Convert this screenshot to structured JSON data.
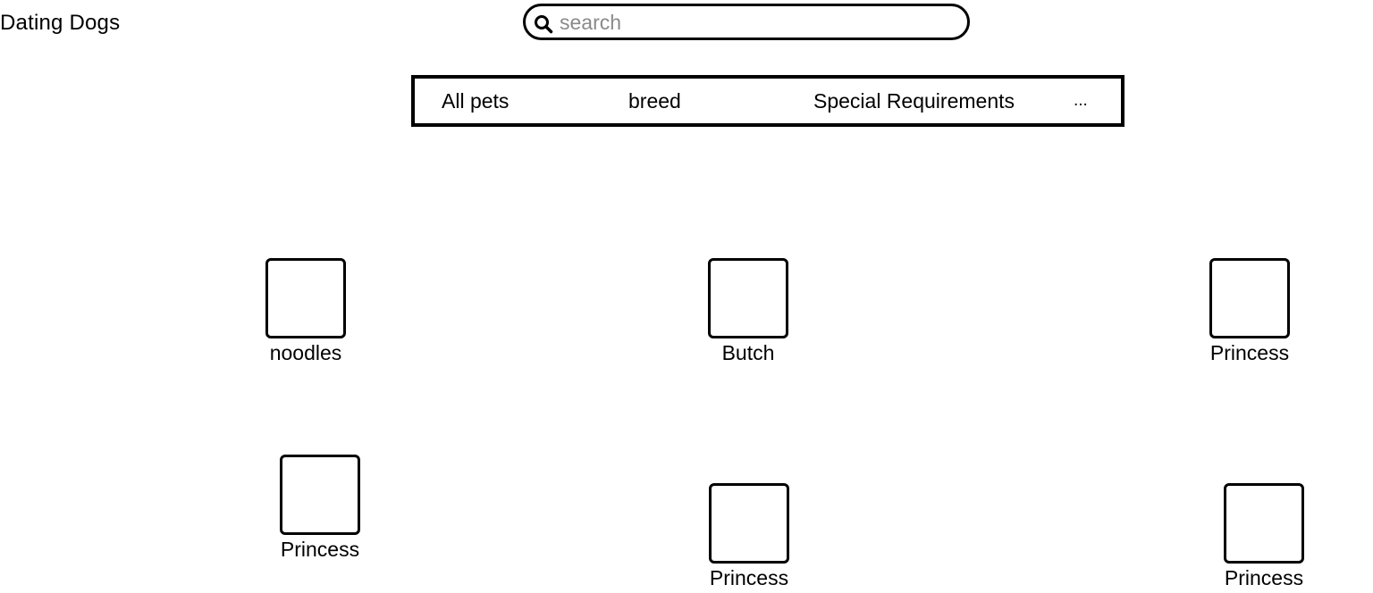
{
  "app": {
    "title": "Dating Dogs"
  },
  "search": {
    "placeholder": "search",
    "value": "",
    "icon": "search-icon"
  },
  "nav": {
    "items": [
      {
        "label": "All pets"
      },
      {
        "label": "breed"
      },
      {
        "label": "Special Requirements"
      },
      {
        "label": "..."
      }
    ]
  },
  "pets": [
    {
      "name": "noodles"
    },
    {
      "name": "Butch"
    },
    {
      "name": "Princess"
    },
    {
      "name": "Princess"
    },
    {
      "name": "Princess"
    },
    {
      "name": "Princess"
    }
  ]
}
